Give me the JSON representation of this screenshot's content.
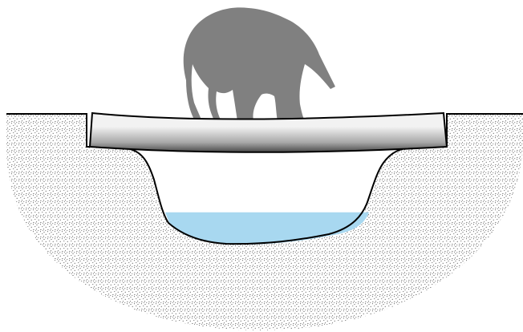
{
  "diagram": {
    "colors": {
      "background": "#ffffff",
      "soil_stipple": "#2a2a2a",
      "outline": "#000000",
      "elephant": "#808080",
      "water": "#a8d8f0",
      "beam_light": "#f2f2f2",
      "beam_mid": "#a8a8a8",
      "beam_dark": "#4a4a4a"
    },
    "elements": [
      "ground-soil",
      "pit",
      "water-pool",
      "beam",
      "elephant"
    ]
  }
}
